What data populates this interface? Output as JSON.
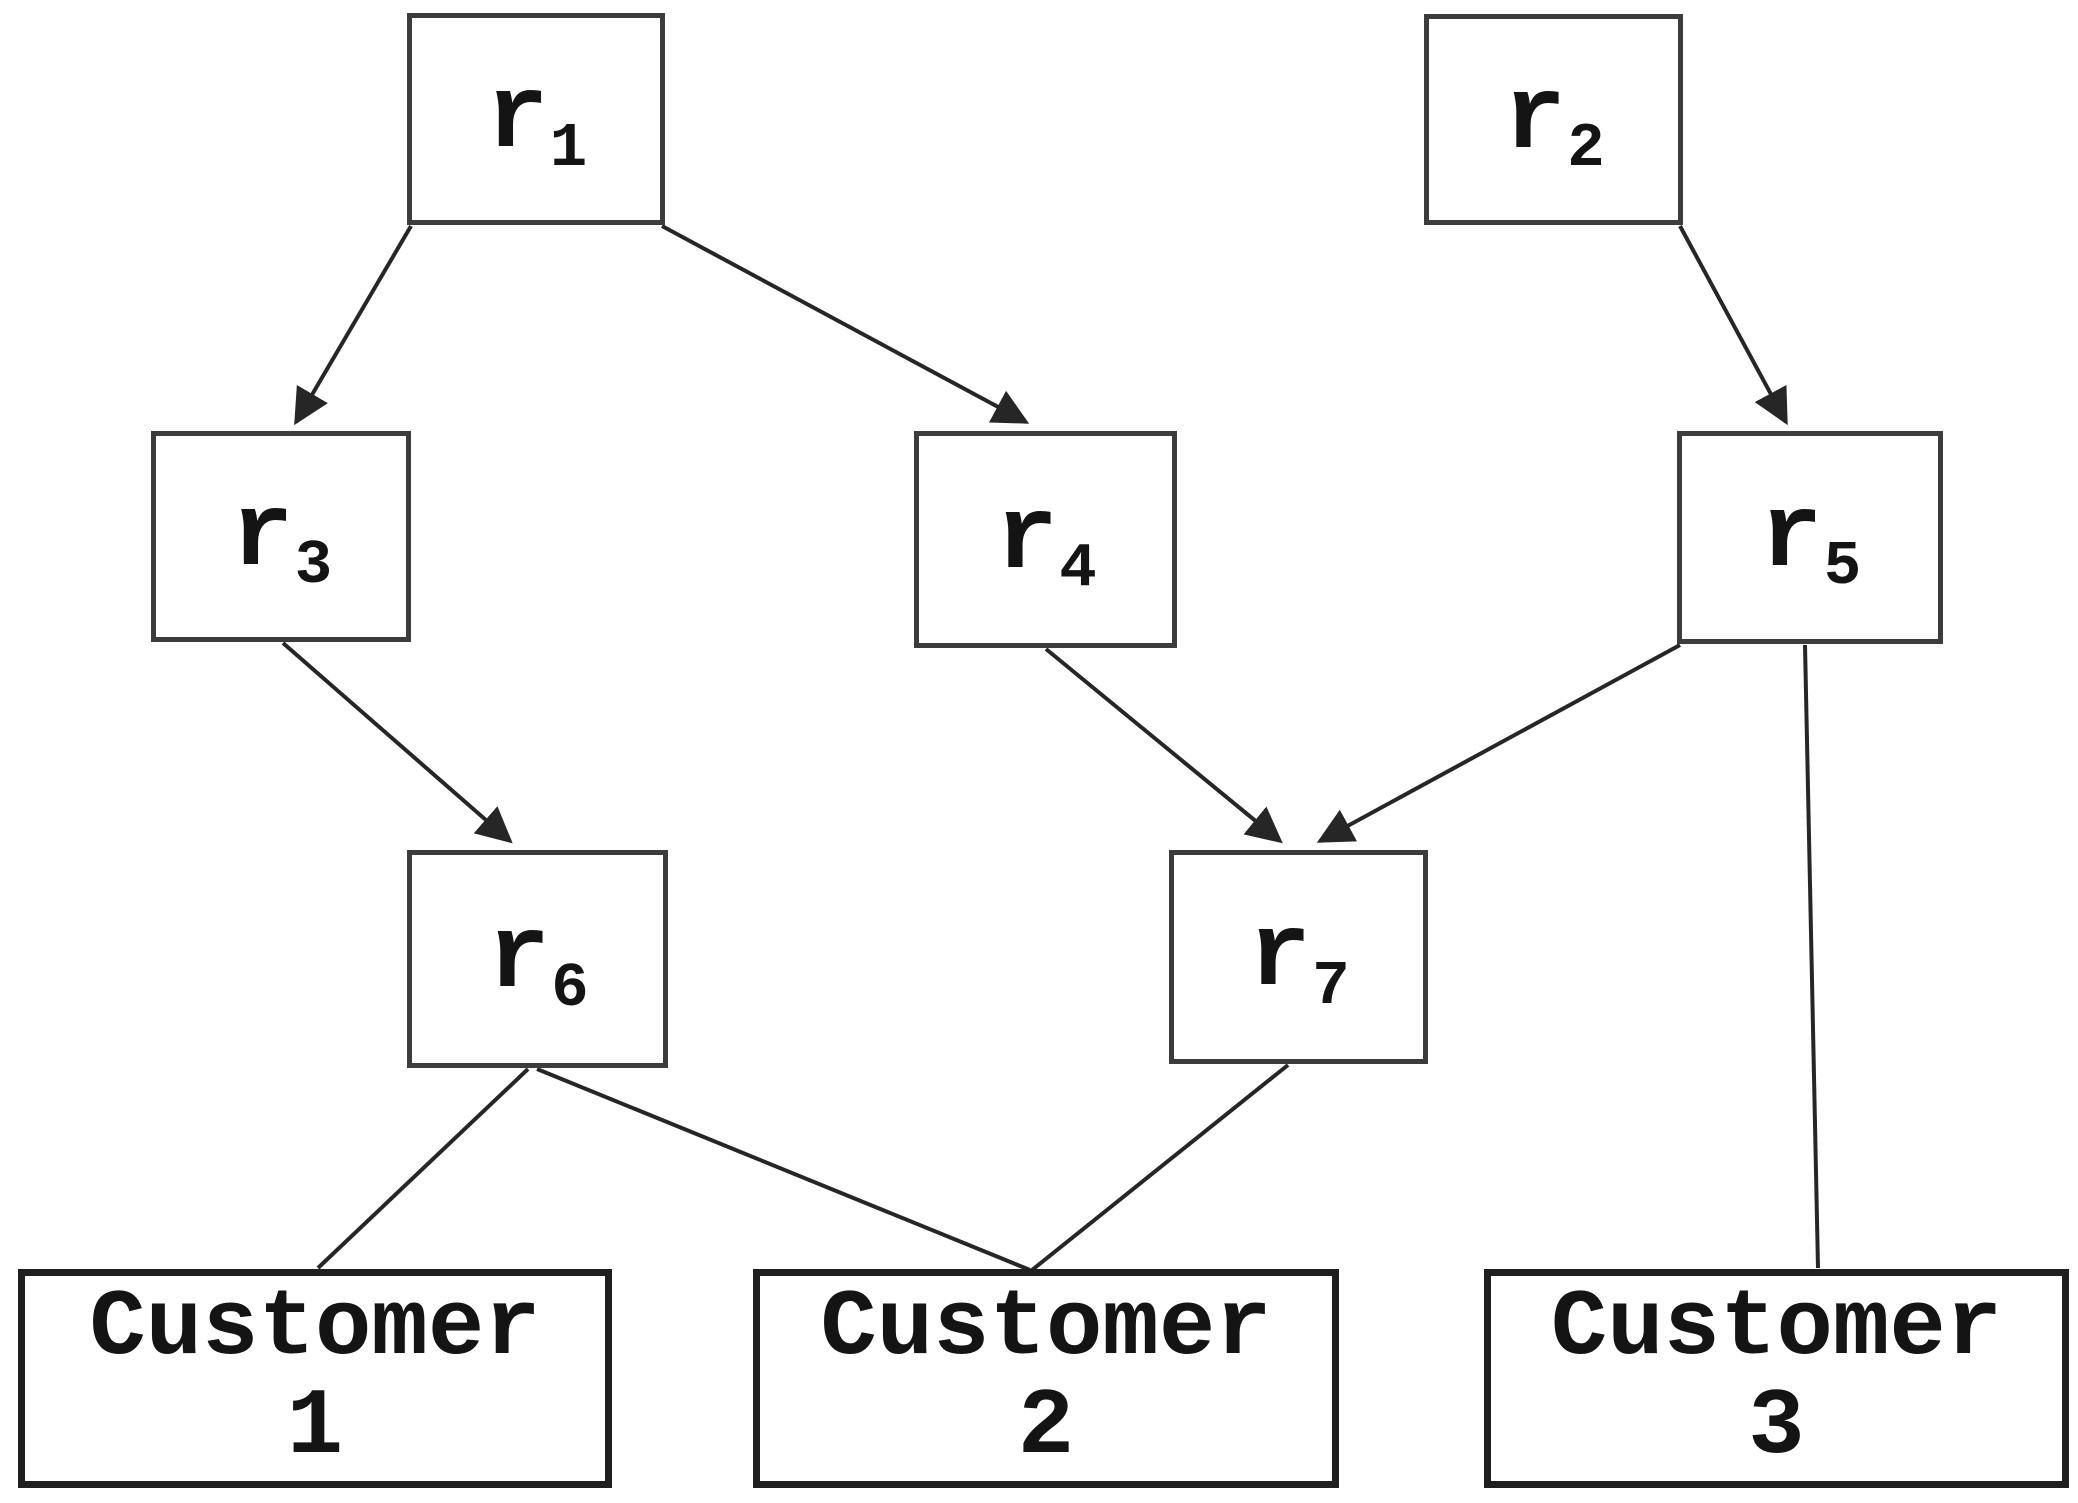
{
  "diagram": {
    "type": "directed-graph",
    "colors": {
      "line": "#262626",
      "r_box_border": "#3c3c3c",
      "customer_box_border": "#1f1f1f",
      "text": "#141414",
      "background": "#ffffff"
    },
    "nodes": {
      "r1": {
        "base": "r",
        "sub": "1"
      },
      "r2": {
        "base": "r",
        "sub": "2"
      },
      "r3": {
        "base": "r",
        "sub": "3"
      },
      "r4": {
        "base": "r",
        "sub": "4"
      },
      "r5": {
        "base": "r",
        "sub": "5"
      },
      "r6": {
        "base": "r",
        "sub": "6"
      },
      "r7": {
        "base": "r",
        "sub": "7"
      },
      "customer1": {
        "line1": "Customer",
        "line2": "1"
      },
      "customer2": {
        "line1": "Customer",
        "line2": "2"
      },
      "customer3": {
        "line1": "Customer",
        "line2": "3"
      }
    },
    "edges": [
      {
        "from": "r1",
        "to": "r3",
        "arrow": true
      },
      {
        "from": "r1",
        "to": "r4",
        "arrow": true
      },
      {
        "from": "r2",
        "to": "r5",
        "arrow": true
      },
      {
        "from": "r3",
        "to": "r6",
        "arrow": true
      },
      {
        "from": "r4",
        "to": "r7",
        "arrow": true
      },
      {
        "from": "r5",
        "to": "r7",
        "arrow": true
      },
      {
        "from": "r6",
        "to": "customer1",
        "arrow": false
      },
      {
        "from": "r6",
        "to": "customer2",
        "arrow": false
      },
      {
        "from": "r7",
        "to": "customer2",
        "arrow": false
      },
      {
        "from": "r5",
        "to": "customer3",
        "arrow": false
      }
    ]
  }
}
